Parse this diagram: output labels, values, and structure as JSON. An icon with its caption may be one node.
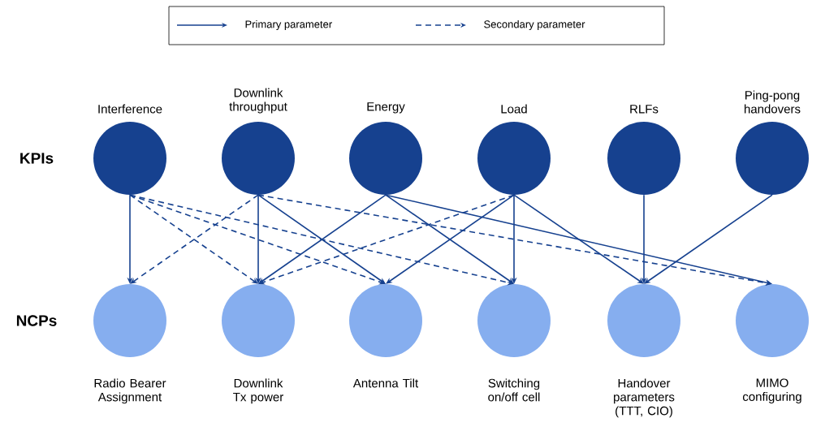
{
  "diagram": {
    "nodes": [
      {
        "text": [
          "Interference"
        ]
      },
      {
        "text": [
          "Downlink throughput"
        ]
      },
      {
        "text": [
          "Energy"
        ]
      },
      {
        "text": [
          "Load"
        ]
      },
      {
        "text": [
          "RLFs"
        ]
      },
      {
        "text": [
          "Ping-pong handovers"
        ]
      },
      {
        "text": [
          "Radio Bearer Assignment"
        ]
      },
      {
        "text": [
          "Downlink Tx power"
        ]
      },
      {
        "text": [
          "Antenna Tilt"
        ]
      },
      {
        "text": [
          "Switching on/off cell"
        ]
      },
      {
        "text": [
          "Handover parameters (TTT, CIO)"
        ]
      },
      {
        "text": [
          "MIMO configuring"
        ]
      }
    ],
    "edges": [
      {
        "from": 0,
        "to": 6,
        "arrow": "to"
      },
      {
        "from": 1,
        "to": 7,
        "arrow": "to"
      },
      {
        "from": 1,
        "to": 8,
        "arrow": "to"
      },
      {
        "from": 2,
        "to": 7,
        "arrow": "to"
      },
      {
        "from": 2,
        "to": 9,
        "arrow": "to"
      },
      {
        "from": 2,
        "to": 11,
        "arrow": "to"
      },
      {
        "from": 3,
        "to": 8,
        "arrow": "to"
      },
      {
        "from": 3,
        "to": 9,
        "arrow": "to"
      },
      {
        "from": 3,
        "to": 10,
        "arrow": "to"
      },
      {
        "from": 4,
        "to": 10,
        "arrow": "to"
      },
      {
        "from": 5,
        "to": 10,
        "arrow": "to"
      },
      {
        "from": 0,
        "to": 7,
        "arrow": "to",
        "style": "dashed"
      },
      {
        "from": 0,
        "to": 8,
        "arrow": "to",
        "style": "dashed"
      },
      {
        "from": 0,
        "to": 9,
        "arrow": "to",
        "style": "dashed"
      },
      {
        "from": 1,
        "to": 6,
        "arrow": "to",
        "style": "dashed"
      },
      {
        "from": 1,
        "to": 11,
        "arrow": "to",
        "style": "dashed"
      },
      {
        "from": 3,
        "to": 7,
        "arrow": "to",
        "style": "dashed"
      }
    ],
    "labels": [
      "KPIs",
      "NCPs"
    ],
    "legend": [
      {
        "text": "Primary parameter"
      },
      {
        "text": "Secondary parameter"
      }
    ]
  }
}
